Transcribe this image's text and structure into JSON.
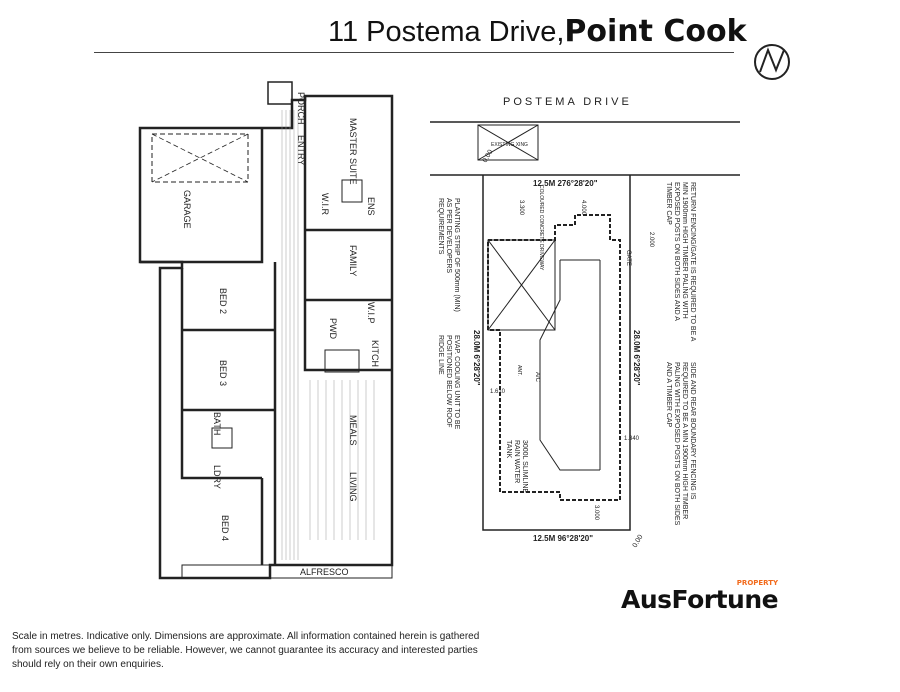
{
  "title": {
    "address": "11 Postema Drive,",
    "suburb": "Point Cook"
  },
  "floor_plan": {
    "rooms": [
      "PORCH",
      "ENTRY",
      "MASTER SUITE",
      "GARAGE",
      "W.I.R",
      "ENS",
      "FAMILY",
      "BED 2",
      "PWD",
      "W.I.P",
      "KITCH",
      "BED 3",
      "MEALS",
      "LIVING",
      "BATH",
      "LDRY",
      "BED 4",
      "ALFRESCO"
    ]
  },
  "site_plan": {
    "street": "POSTEMA DRIVE",
    "crossing": "EXISTING XING",
    "top_boundary": "12.5M 276°28'20\"",
    "bottom_boundary": "12.5M 96°28'20\"",
    "left_boundary": "28.0M 6°28'20\"",
    "right_boundary": "28.0M 6°28'20\"",
    "corner": "0.00",
    "gate": "GATE",
    "dims": [
      "3.000",
      "3.300",
      "4.000",
      "2.000",
      "1.610",
      "1.340",
      "3.000"
    ],
    "driveway": "COLOURED CONCRETE DRIVEWAY",
    "notes": [
      "PLANTING STRIP OF 500mm (MIN) AS PER DEVELOPERS REQUIREMENTS",
      "RETURN FENCING/GATE IS REQUIRED TO BE A MIN 1900mm HIGH TIMBER PALING WITH EXPOSED POSTS ON BOTH SIDES AND A TIMBER CAP",
      "SIDE AND REAR BOUNDARY FENCING IS REQUIRED TO BE A MIN 1900mm HIGH TIMBER PALING WITH EXPOSED POSTS ON BOTH SIDES AND A TIMBER CAP",
      "EVAP. COOLING UNIT TO BE POSITIONED BELOW ROOF RIDGE LINE",
      "3000L SLIMLINE RAIN WATER TANK"
    ],
    "ac": "A/C",
    "ant": "ANT."
  },
  "logo": {
    "main": "AusFortune",
    "tag": "PROPERTY"
  },
  "disclaimer": "Scale in metres. Indicative only. Dimensions are approximate. All information contained herein is gathered from sources we believe to be reliable. However, we cannot guarantee its accuracy and interested parties should rely on their own enquiries."
}
